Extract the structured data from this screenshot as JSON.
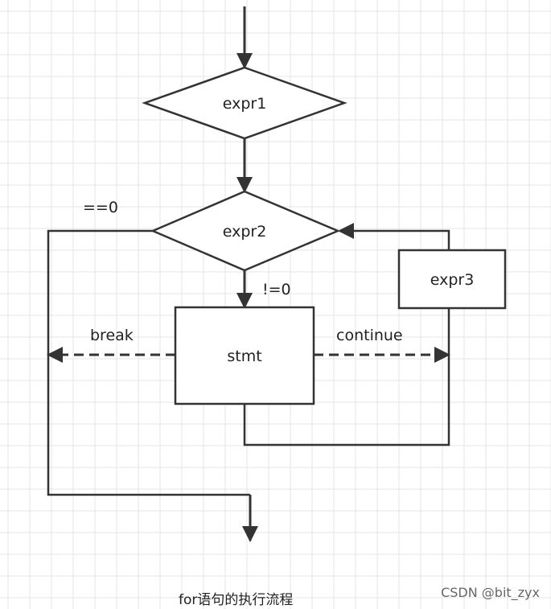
{
  "nodes": {
    "expr1": "expr1",
    "expr2": "expr2",
    "expr3": "expr3",
    "stmt": "stmt"
  },
  "edge_labels": {
    "eq_zero": "==0",
    "not_zero": "!=0",
    "break": "break",
    "continue": "continue"
  },
  "caption": "for语句的执行流程",
  "watermark": "CSDN @bit_zyx",
  "colors": {
    "stroke": "#333333",
    "grid": "#e4e4e4",
    "text": "#222222"
  }
}
